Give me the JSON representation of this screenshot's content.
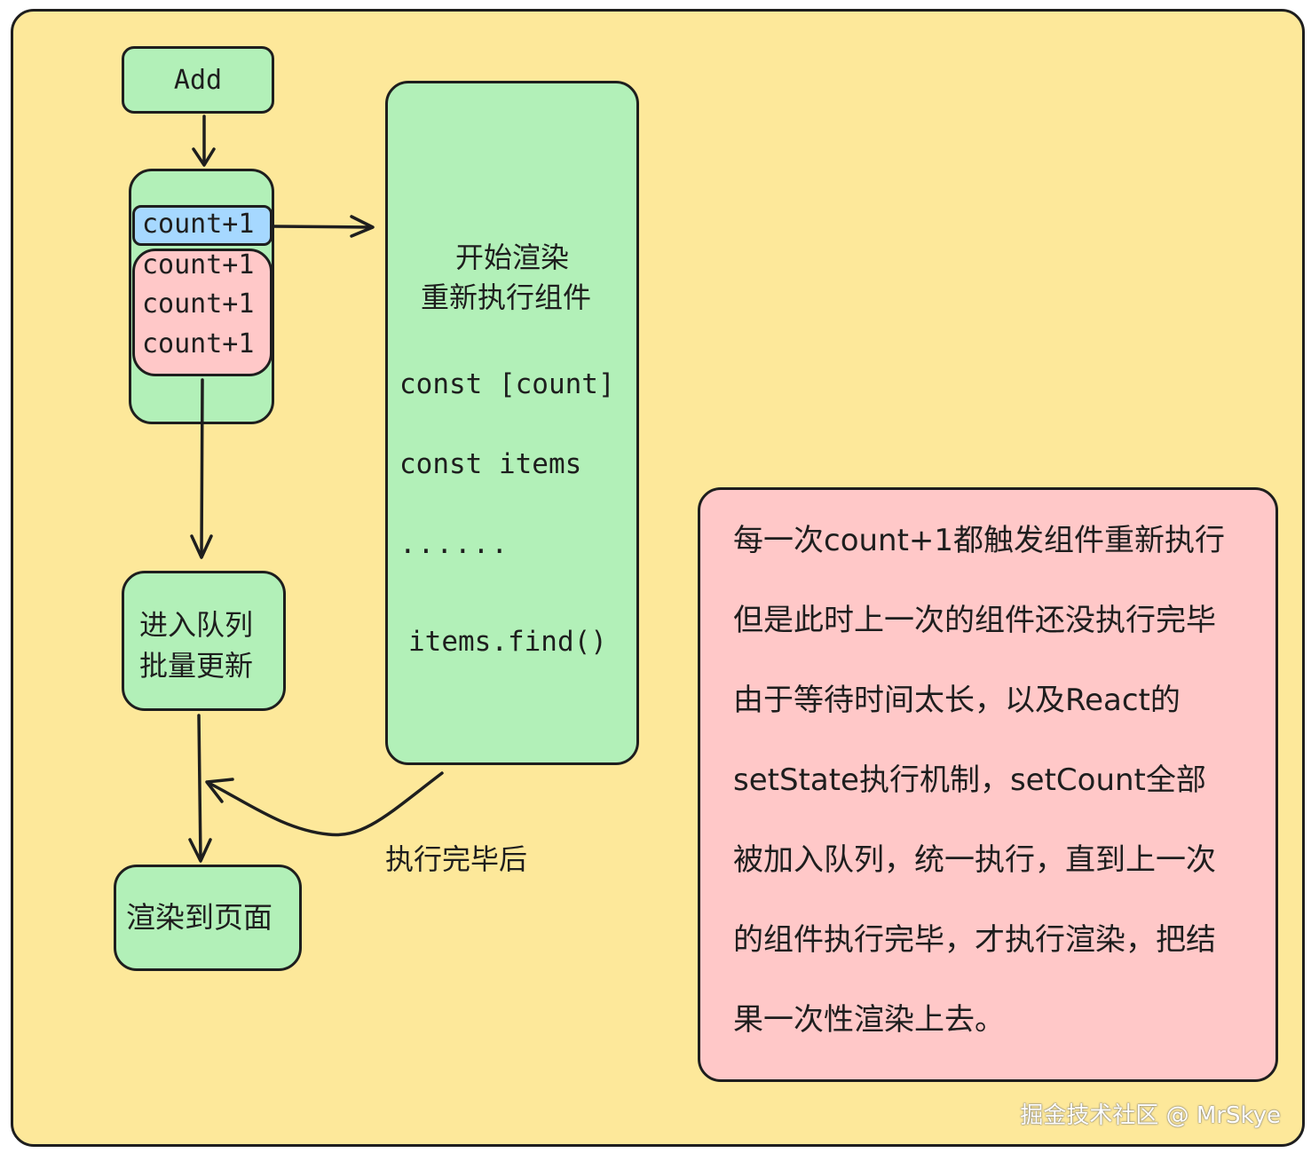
{
  "diagram": {
    "add_button": "Add",
    "counter_items": [
      "count+1",
      "count+1",
      "count+1",
      "count+1"
    ],
    "render_box": {
      "title_line1": "开始渲染",
      "title_line2": "重新执行组件",
      "code_line1": "const [count]",
      "code_line2": "const items",
      "code_ellipsis": "......",
      "code_line3": "items.find()"
    },
    "queue_box": {
      "line1": "进入队列",
      "line2": "批量更新"
    },
    "page_box": "渲染到页面",
    "after_label": "执行完毕后",
    "note_lines": [
      "每一次count+1都触发组件重新执行",
      "但是此时上一次的组件还没执行完毕",
      "由于等待时间太长，以及React的",
      "setState执行机制，setCount全部",
      "被加入队列，统一执行，直到上一次",
      "的组件执行完毕，才执行渲染，把结",
      "果一次性渲染上去。"
    ]
  },
  "watermark": "掘金技术社区 @ MrSkye",
  "colors": {
    "background": "#fde89a",
    "green": "#b2f0b8",
    "pink": "#ffc8c8",
    "blue": "#a6d8ff",
    "stroke": "#1e1e1e"
  }
}
